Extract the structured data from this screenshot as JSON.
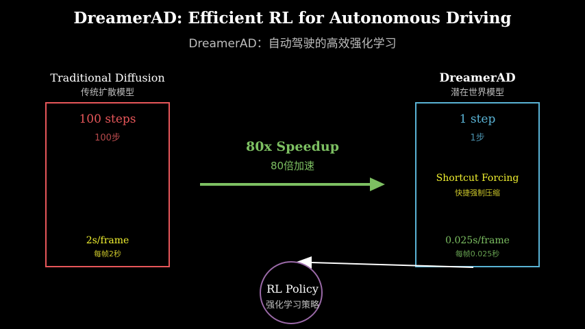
{
  "title": "DreamerAD: Efficient RL for Autonomous Driving",
  "subtitle": "DreamerAD：自动驾驶的高效强化学习",
  "colors": {
    "traditional": "#e8575a",
    "dreamer": "#5ab4d6",
    "speedup": "#7dc062",
    "time_text": "#f2f230",
    "policy": "#9b6aa8",
    "feedback_arrow": "#ffffff"
  },
  "traditional": {
    "heading": "Traditional Diffusion",
    "heading_cn": "传统扩散模型",
    "steps": "100 steps",
    "steps_cn": "100步",
    "time": "2s/frame",
    "time_cn": "每帧2秒"
  },
  "dreamer": {
    "heading": "DreamerAD",
    "heading_cn": "潜在世界模型",
    "steps": "1 step",
    "steps_cn": "1步",
    "method": "Shortcut Forcing",
    "method_cn": "快捷强制压缩",
    "time": "0.025s/frame",
    "time_cn": "每帧0.025秒"
  },
  "speedup": {
    "label": "80x Speedup",
    "label_cn": "80倍加速"
  },
  "policy": {
    "label": "RL Policy",
    "label_cn": "强化学习策略"
  }
}
